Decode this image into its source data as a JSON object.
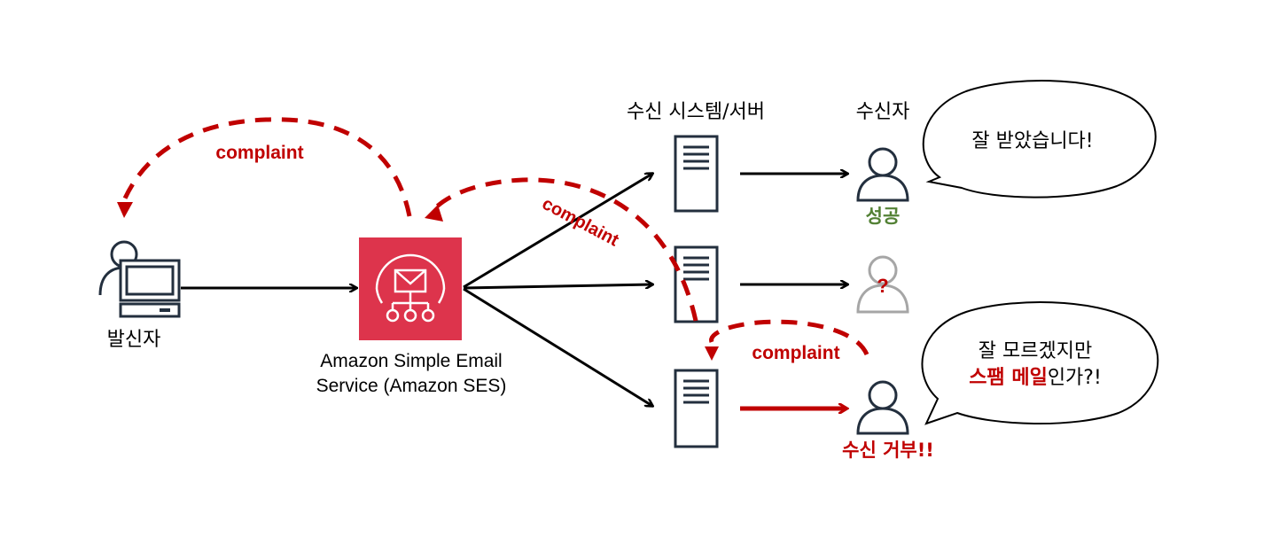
{
  "colors": {
    "ink": "#000000",
    "icon": "#232f3e",
    "ses_red": "#dd344c",
    "complaint_red": "#c00000",
    "success_green": "#538135",
    "unknown_gray": "#a6a6a6"
  },
  "sender": {
    "label": "발신자",
    "icon": "user-laptop-icon"
  },
  "ses": {
    "line1": "Amazon Simple Email",
    "line2": "Service (Amazon SES)",
    "icon": "ses-email-icon"
  },
  "receiving": {
    "title": "수신 시스템/서버",
    "icon": "server-icon"
  },
  "recipients": {
    "title": "수신자",
    "success": {
      "status": "성공",
      "bubble": "잘 받았습니다!"
    },
    "unknown": {
      "mark": "?"
    },
    "rejected": {
      "status": "수신 거부!!",
      "bubble_line1": "잘 모르겠지만",
      "bubble_line2_emph": "스팸 메일",
      "bubble_line2_rest": "인가?!"
    }
  },
  "complaints": {
    "label": "complaint"
  }
}
